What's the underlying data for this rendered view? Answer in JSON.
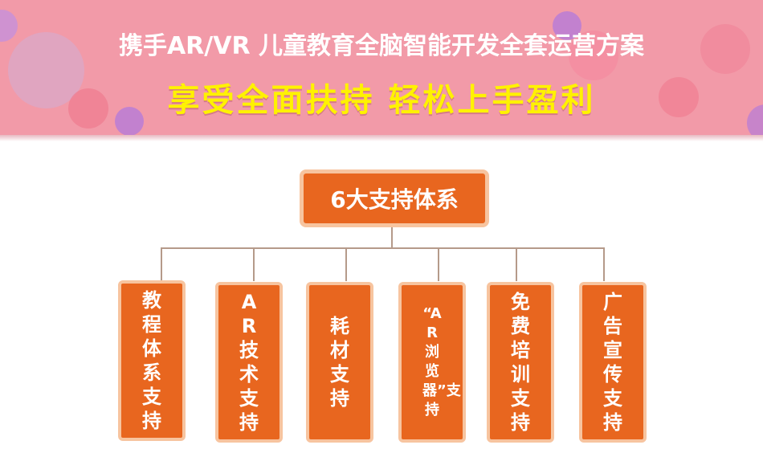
{
  "banner": {
    "headline": "携手AR/VR 儿童教育全脑智能开发全套运营方案",
    "tagline": "享受全面扶持  轻松上手盈利",
    "background_color": "#f29aa8",
    "tagline_color": "#fff200"
  },
  "diagram": {
    "root": "6大支持体系",
    "box_color": "#e8661f",
    "box_border_color": "#f7c49f",
    "leaves": [
      {
        "label": "教程体系支持"
      },
      {
        "label": "AR技术支持"
      },
      {
        "label": "耗材支持"
      },
      {
        "label": "“AR浏览器”支持"
      },
      {
        "label": "免费培训支持"
      },
      {
        "label": "广告宣传支持"
      }
    ]
  }
}
